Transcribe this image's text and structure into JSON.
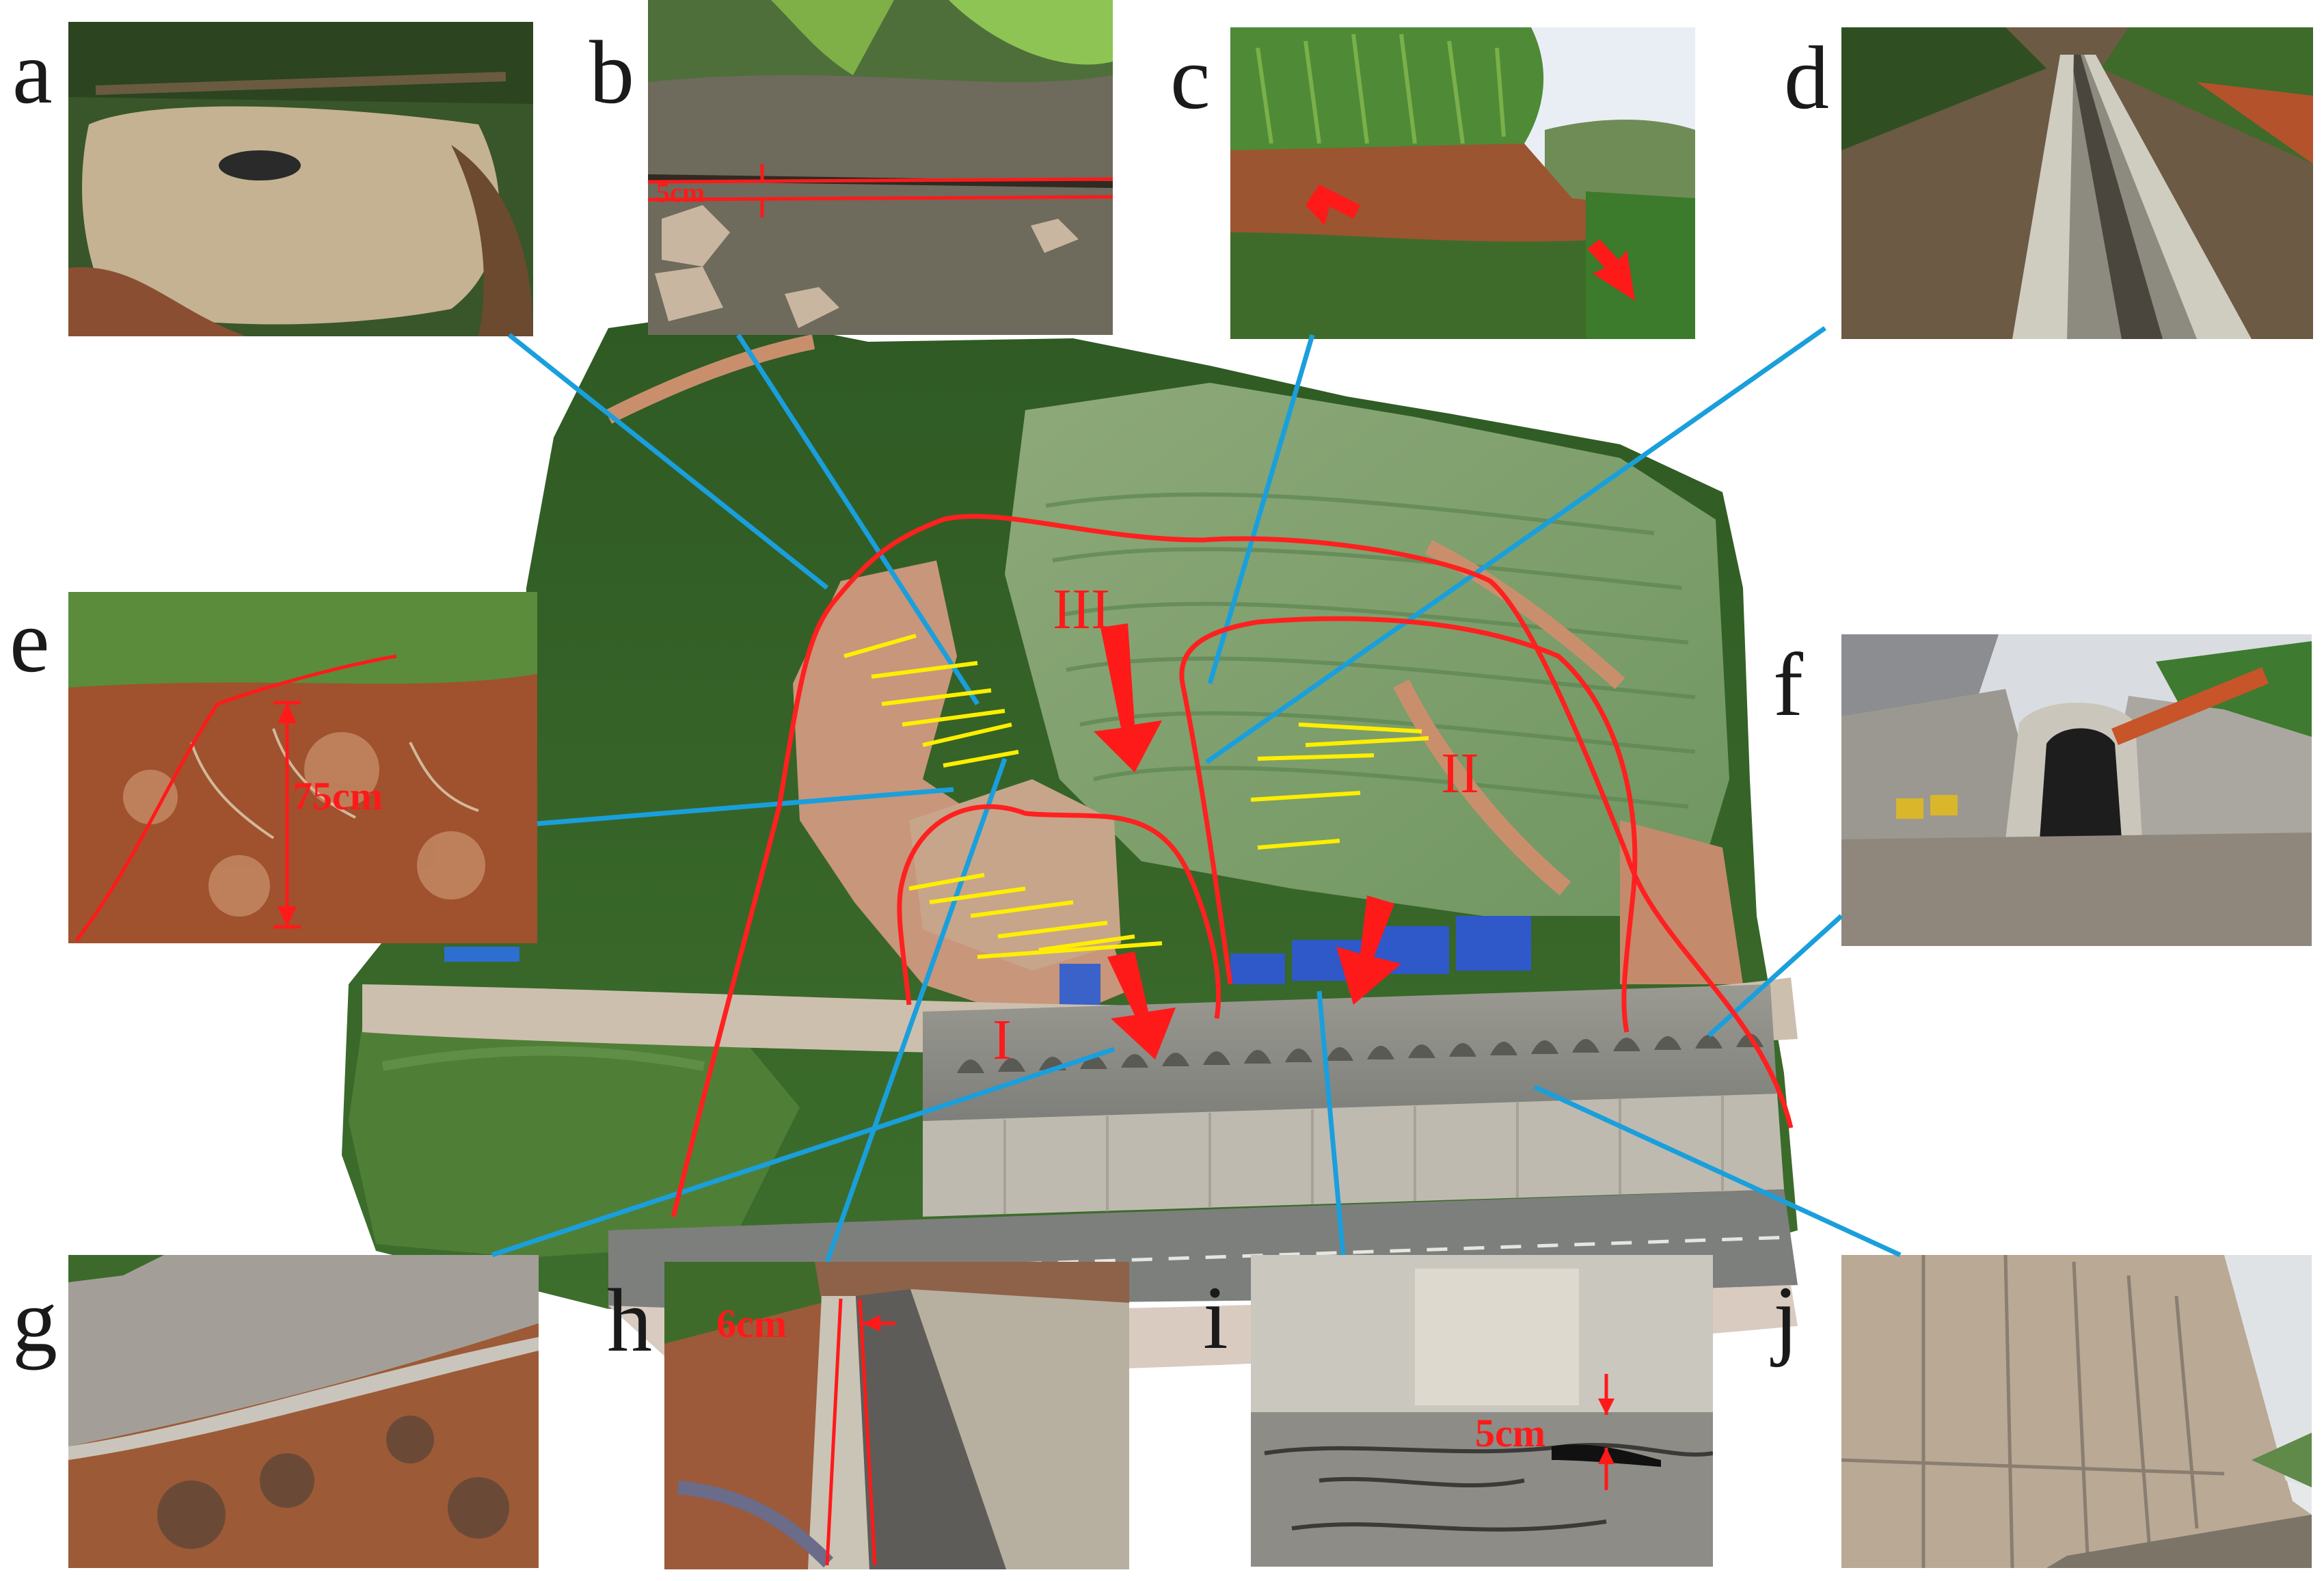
{
  "panels": {
    "a": {
      "letter": "a"
    },
    "b": {
      "letter": "b",
      "measure": "5cm"
    },
    "c": {
      "letter": "c"
    },
    "d": {
      "letter": "d"
    },
    "e": {
      "letter": "e",
      "measure": "75cm"
    },
    "f": {
      "letter": "f"
    },
    "g": {
      "letter": "g"
    },
    "h": {
      "letter": "h",
      "measure": "6cm"
    },
    "i": {
      "letter": "i",
      "measure": "5cm"
    },
    "j": {
      "letter": "j"
    }
  },
  "zones": {
    "one": "I",
    "two": "II",
    "three": "III"
  },
  "colors": {
    "boundary": "#ff2020",
    "crack": "#ffee00",
    "leader": "#1a9fdc",
    "arrow": "#ff1a1a",
    "vegetation": "#3f6b2a",
    "soil": "#b8684a",
    "concrete": "#b9b5aa",
    "water": "#c7b394"
  }
}
